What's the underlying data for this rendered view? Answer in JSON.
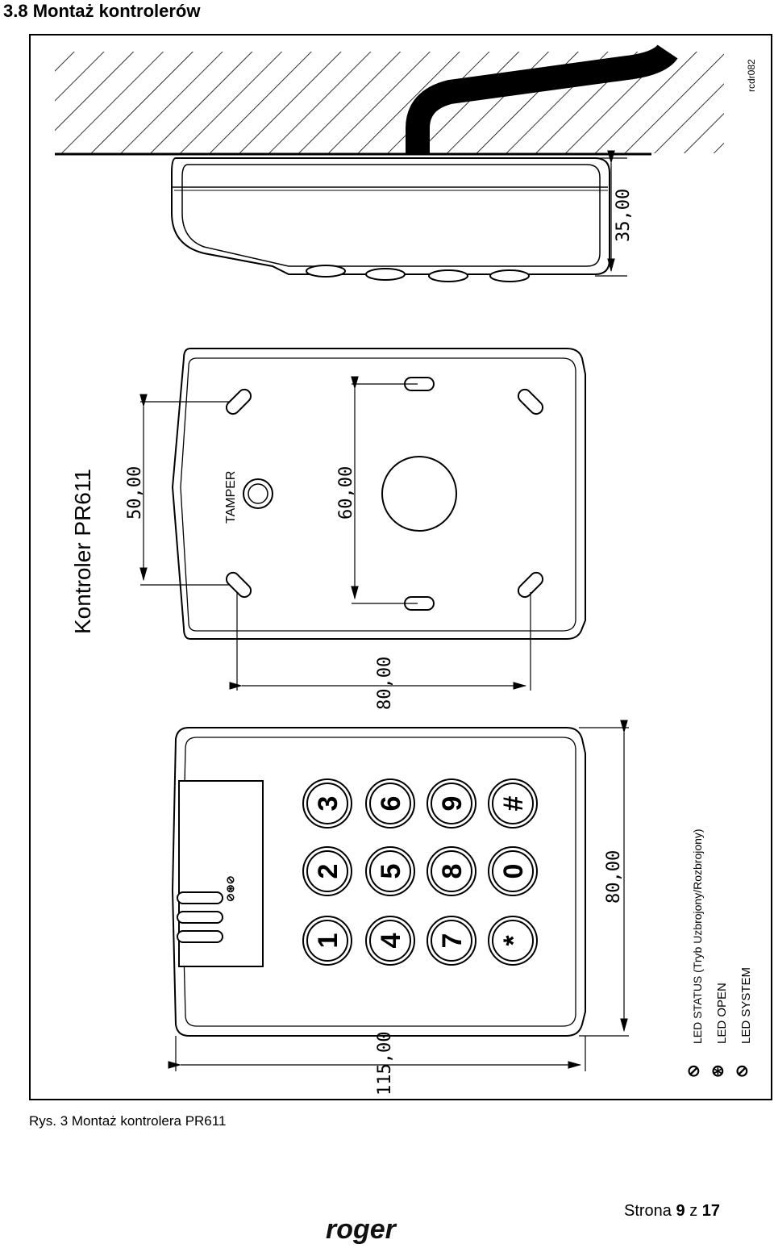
{
  "heading": "3.8 Montaż kontrolerów",
  "figure": {
    "title": "Kontroler PR611",
    "ref": "rcdr082",
    "tamper": "TAMPER",
    "dims": {
      "depth": "35,00",
      "hole_v": "50,00",
      "hole_center": "60,00",
      "hole_h": "80,00",
      "width": "80,00",
      "height": "115,00"
    },
    "keys": [
      "1",
      "2",
      "3",
      "4",
      "5",
      "6",
      "7",
      "8",
      "9",
      "*",
      "0",
      "#"
    ],
    "legend": [
      {
        "label": "LED STATUS (Tryb Uzbrojony/Rozbrojony)",
        "icon": "led-status-icon"
      },
      {
        "label": "LED OPEN",
        "icon": "led-open-icon"
      },
      {
        "label": "LED SYSTEM",
        "icon": "led-system-icon"
      }
    ]
  },
  "caption": "Rys. 3 Montaż kontrolera PR611",
  "page": {
    "prefix": "Strona",
    "current": "9",
    "sep": "z",
    "total": "17"
  },
  "logo": "roger"
}
